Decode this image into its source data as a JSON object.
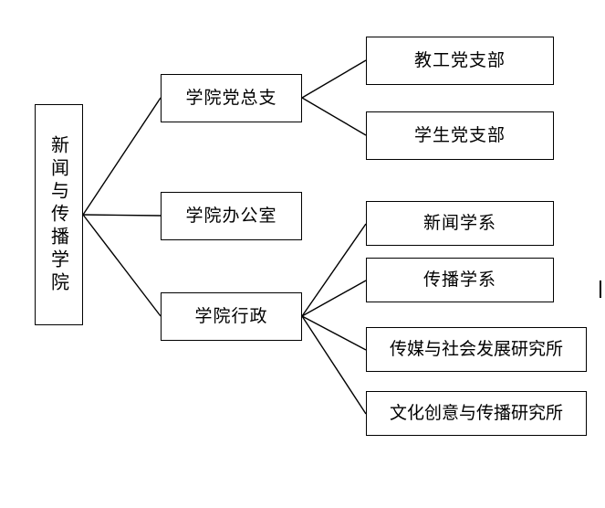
{
  "diagram": {
    "type": "organizational-chart",
    "orientation": "left-to-right",
    "line_color": "#000000",
    "box_border_color": "#000000",
    "background_color": "#ffffff",
    "root": {
      "label": "新闻与传播学院"
    },
    "level2": [
      {
        "label": "学院党总支"
      },
      {
        "label": "学院办公室"
      },
      {
        "label": "学院行政"
      }
    ],
    "party_children": [
      {
        "label": "教工党支部"
      },
      {
        "label": "学生党支部"
      }
    ],
    "admin_children": [
      {
        "label": "新闻学系"
      },
      {
        "label": "传播学系"
      },
      {
        "label": "传媒与社会发展研究所"
      },
      {
        "label": "文化创意与传播研究所"
      }
    ]
  }
}
